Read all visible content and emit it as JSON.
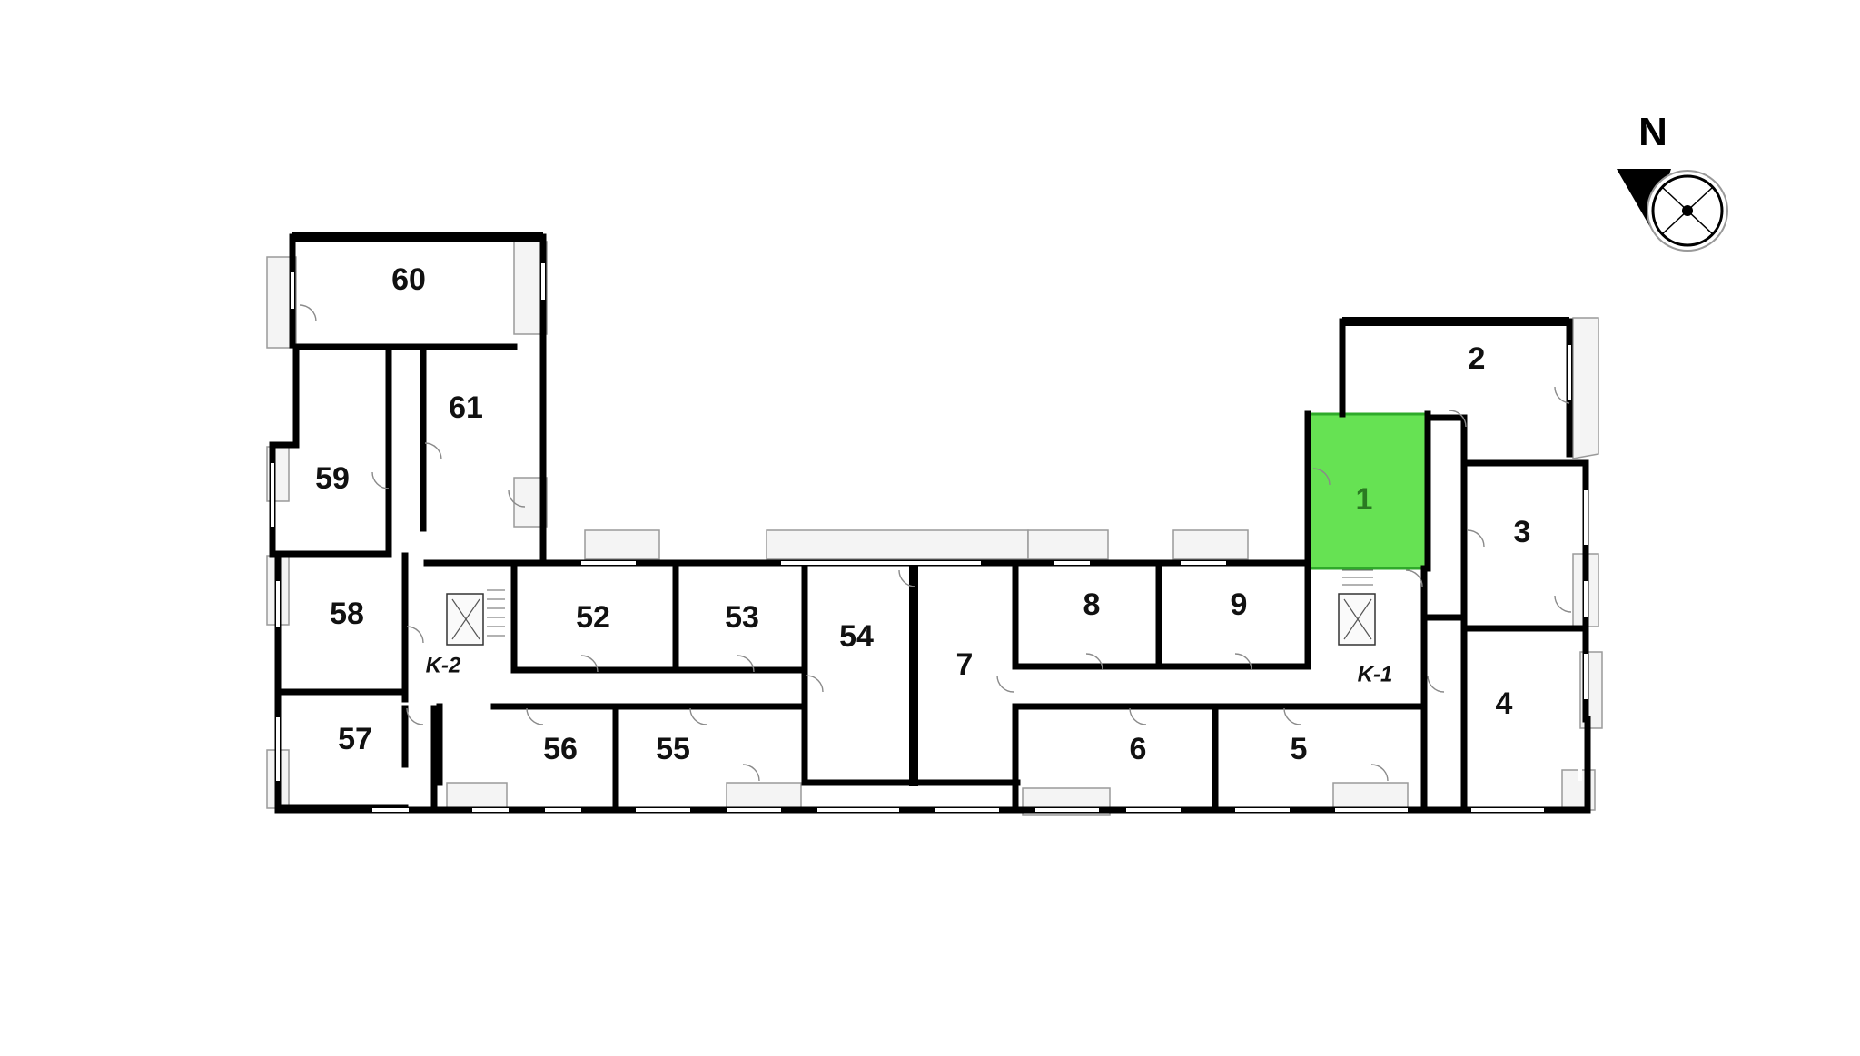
{
  "floorplan": {
    "compass": {
      "label": "N",
      "icon": "compass-icon"
    },
    "highlight_color": "#5ee04a",
    "selected_unit": "1",
    "units": {
      "u60": "60",
      "u61": "61",
      "u59": "59",
      "u58": "58",
      "u57": "57",
      "u56": "56",
      "u55": "55",
      "u52": "52",
      "u53": "53",
      "u54": "54",
      "u7": "7",
      "u8": "8",
      "u9": "9",
      "u6": "6",
      "u5": "5",
      "u1": "1",
      "u2": "2",
      "u3": "3",
      "u4": "4"
    },
    "stairwells": {
      "k1": "K-1",
      "k2": "K-2"
    }
  }
}
